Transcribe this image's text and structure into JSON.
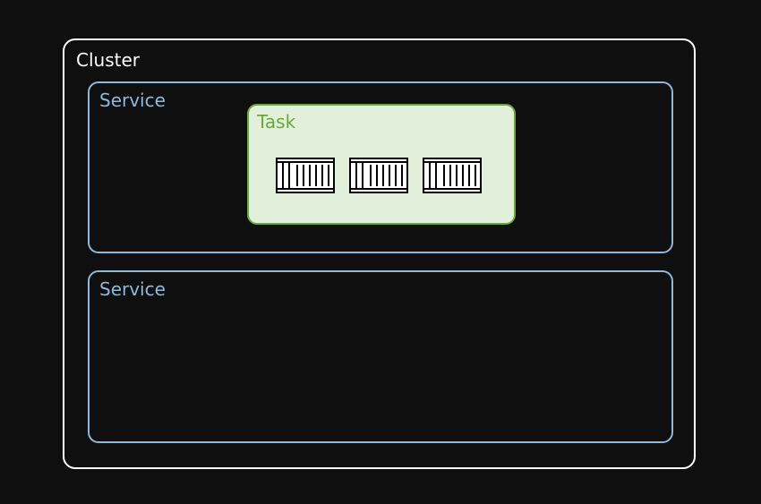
{
  "cluster": {
    "label": "Cluster"
  },
  "services": [
    {
      "label": "Service",
      "task": {
        "label": "Task",
        "containers": [
          "container-icon",
          "container-icon",
          "container-icon"
        ]
      }
    },
    {
      "label": "Service"
    }
  ],
  "colors": {
    "background": "#0f0f0f",
    "cluster_border": "#ffffff",
    "service_border": "#8fb8dc",
    "task_border": "#6aa83a",
    "task_fill": "#e2efda"
  }
}
